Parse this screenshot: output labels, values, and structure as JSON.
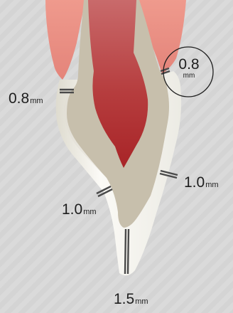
{
  "diagram": {
    "measurements": [
      {
        "id": "cervical-left",
        "value": "0.8",
        "unit": "mm"
      },
      {
        "id": "cervical-right-circled",
        "value": "0.8",
        "unit": "mm"
      },
      {
        "id": "axial-right",
        "value": "1.0",
        "unit": "mm"
      },
      {
        "id": "axial-left",
        "value": "1.0",
        "unit": "mm"
      },
      {
        "id": "incisal",
        "value": "1.5",
        "unit": "mm"
      }
    ],
    "colors": {
      "background": "#d6d6d6",
      "gingiva": "#e88a7d",
      "tooth_core": "#c7bfac",
      "pulp": "#b53b3c",
      "restoration": "#f4f3ee",
      "marker": "#4a4a4a"
    }
  }
}
